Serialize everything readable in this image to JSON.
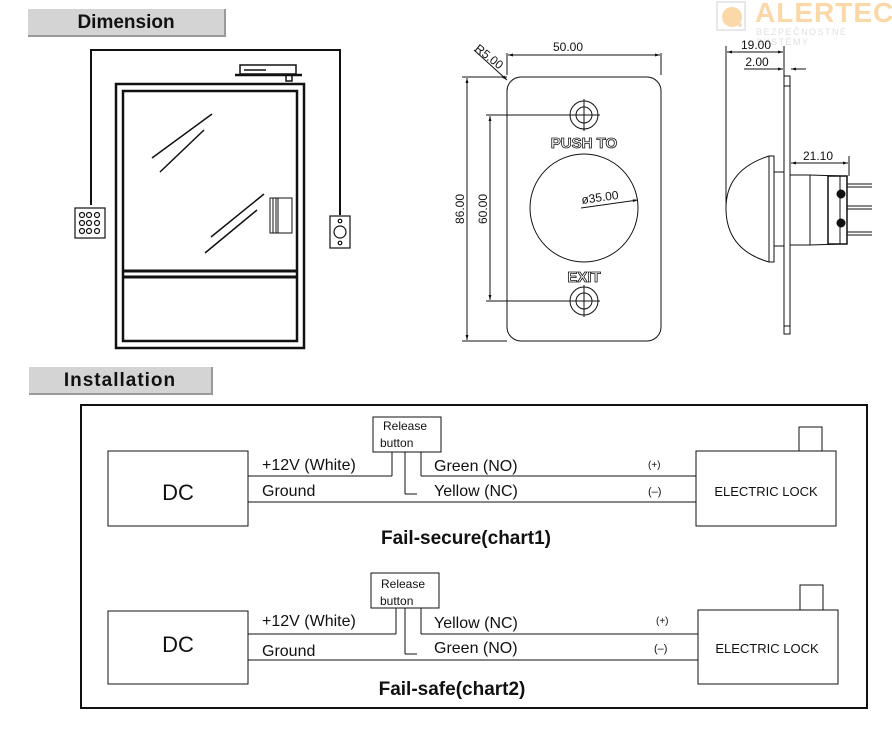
{
  "sections": {
    "dimension_title": "Dimension",
    "installation_title": "Installation"
  },
  "logo": {
    "brand": "ALERTECH",
    "tagline": "BEZPEČNOSTNÉ SYSTÉMY",
    "accent_color": "#fbd8a8"
  },
  "front_view": {
    "width_dim": "50.00",
    "height_dim": "86.00",
    "hole_spacing_dim": "60.00",
    "corner_radius_dim": "R5.00",
    "button_diameter_dim": "ø35.00",
    "top_text": "PUSH TO",
    "bottom_text": "EXIT"
  },
  "side_view": {
    "depth_dim": "19.00",
    "plate_thickness_dim": "2.00",
    "rear_depth_dim": "21.10"
  },
  "door_illustration": {
    "left_device": "keypad",
    "right_device": "exit-button",
    "lock": "electric-lock"
  },
  "charts": [
    {
      "power_label": "DC",
      "button_label_line1": "Release",
      "button_label_line2": "button",
      "positive_wire": "+12V (White)",
      "ground_wire": "Ground",
      "upper_contact": "Green (NO)",
      "lower_contact": "Yellow (NC)",
      "plus_marker": "(+)",
      "minus_marker": "(–)",
      "lock_label": "ELECTRIC LOCK",
      "caption": "Fail-secure(chart1)"
    },
    {
      "power_label": "DC",
      "button_label_line1": "Release",
      "button_label_line2": "button",
      "positive_wire": "+12V (White)",
      "ground_wire": "Ground",
      "upper_contact": "Yellow (NC)",
      "lower_contact": "Green (NO)",
      "plus_marker": "(+)",
      "minus_marker": "(–)",
      "lock_label": "ELECTRIC LOCK",
      "caption": "Fail-safe(chart2)"
    }
  ]
}
